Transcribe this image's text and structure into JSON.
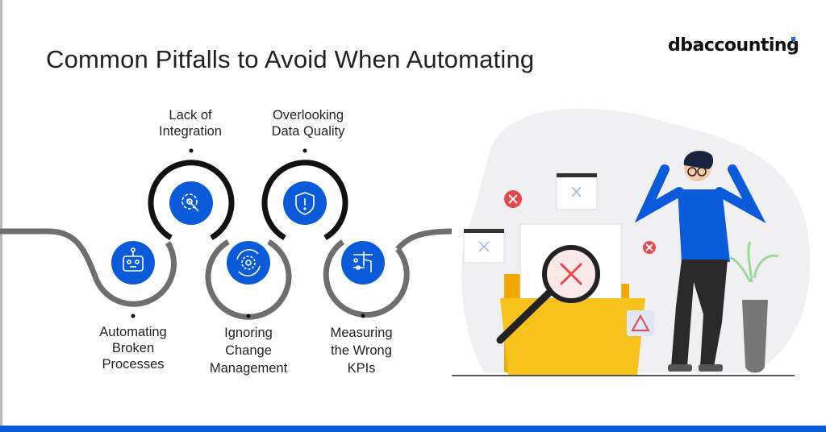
{
  "title": "Common Pitfalls to Avoid When Automating",
  "brand": "dbaccounting",
  "pitfalls": [
    {
      "label_lines": [
        "Automating",
        "Broken",
        "Processes"
      ],
      "icon": "robot-icon"
    },
    {
      "label_lines": [
        "Lack of",
        "Integration"
      ],
      "icon": "gear-wrench-icon"
    },
    {
      "label_lines": [
        "Ignoring",
        "Change",
        "Management"
      ],
      "icon": "gear-cycle-icon"
    },
    {
      "label_lines": [
        "Overlooking",
        "Data Quality"
      ],
      "icon": "shield-alert-icon"
    },
    {
      "label_lines": [
        "Measuring",
        "the Wrong",
        "KPIs"
      ],
      "icon": "hand-touch-icon"
    }
  ],
  "colors": {
    "accent": "#0b5ad9",
    "track_gray": "#6e6e6e",
    "track_black": "#111111",
    "folder": "#f7c21b",
    "error_red": "#e8474a"
  }
}
